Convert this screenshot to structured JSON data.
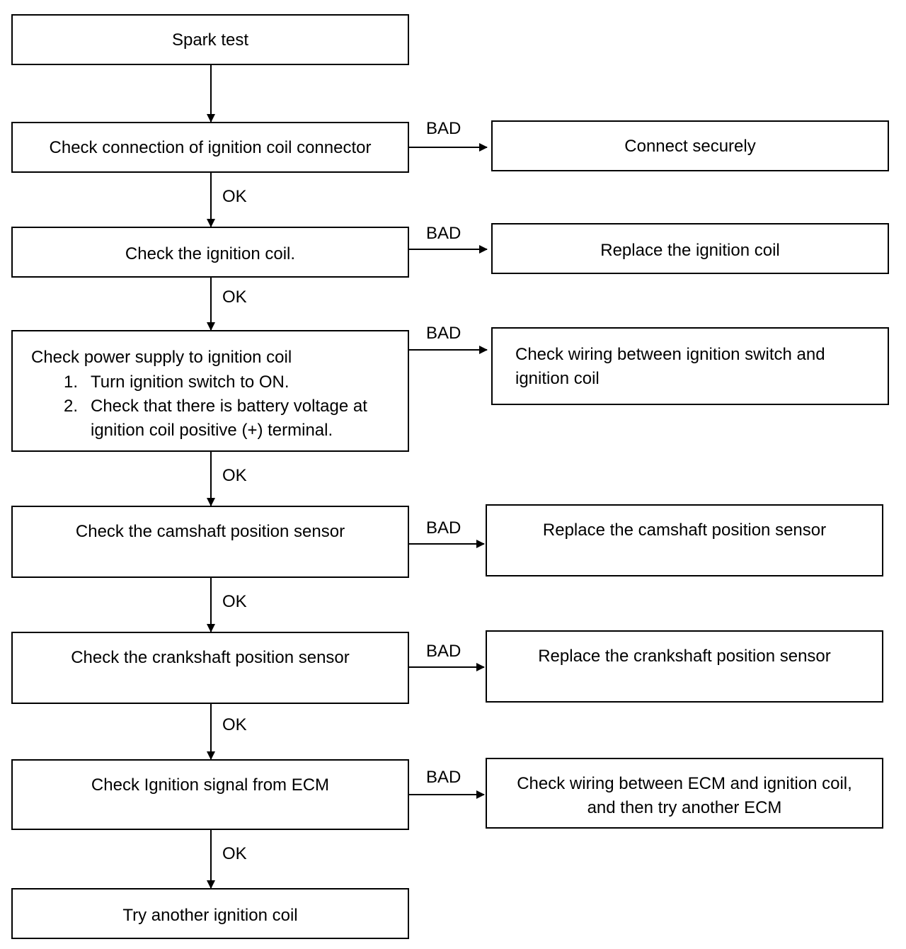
{
  "spark_test": "Spark test",
  "steps": [
    {
      "check": "Check connection of ignition coil connector",
      "bad_action": "Connect securely"
    },
    {
      "check": "Check the ignition coil.",
      "bad_action": "Replace the ignition coil"
    },
    {
      "check_title": "Check power supply to ignition coil",
      "check_items": [
        {
          "num": "1.",
          "text": "Turn ignition switch to ON."
        },
        {
          "num": "2.",
          "text": "Check that there is battery voltage at",
          "text2": "ignition coil positive (+) terminal."
        }
      ],
      "bad_action": "Check wiring between ignition switch and",
      "bad_action2": "ignition coil"
    },
    {
      "check": "Check the camshaft position sensor",
      "bad_action": "Replace the camshaft position sensor"
    },
    {
      "check": "Check the crankshaft position sensor",
      "bad_action": "Replace the crankshaft position sensor"
    },
    {
      "check": "Check Ignition signal from ECM",
      "bad_action": "Check wiring between ECM and ignition coil,",
      "bad_action2": "and then try another ECM"
    }
  ],
  "final": "Try another ignition coil",
  "labels": {
    "ok": "OK",
    "bad": "BAD"
  }
}
